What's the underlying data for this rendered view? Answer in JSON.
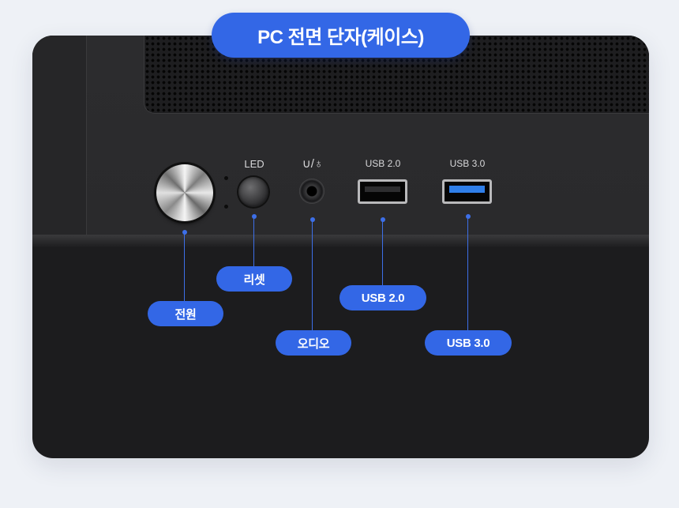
{
  "title": "PC 전면 단자(케이스)",
  "port_labels": {
    "led": "LED",
    "audio": "∪/♫",
    "usb2": "USB 2.0",
    "usb3": "USB 3.0"
  },
  "callouts": {
    "power": "전원",
    "reset": "리셋",
    "audio": "오디오",
    "usb2": "USB 2.0",
    "usb3": "USB 3.0"
  },
  "colors": {
    "accent": "#3367e6",
    "background": "#eef1f6",
    "case": "#2a2a2c",
    "usb3_port": "#2f7ee8"
  }
}
